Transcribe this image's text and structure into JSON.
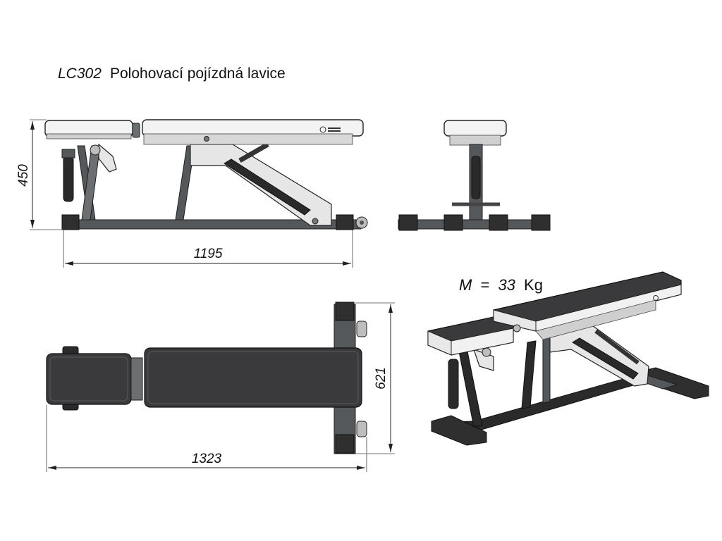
{
  "title": {
    "code": "LC302",
    "name": "Polohovací pojízdná lavice"
  },
  "dimensions": {
    "height": "450",
    "length_side": "1195",
    "length_top": "1323",
    "width_top": "621"
  },
  "mass": {
    "symbol": "M",
    "equals": "=",
    "value": "33",
    "unit": "Kg"
  },
  "colors": {
    "frame": "#55585b",
    "pad": "#3a3a3c",
    "background": "#ffffff"
  }
}
